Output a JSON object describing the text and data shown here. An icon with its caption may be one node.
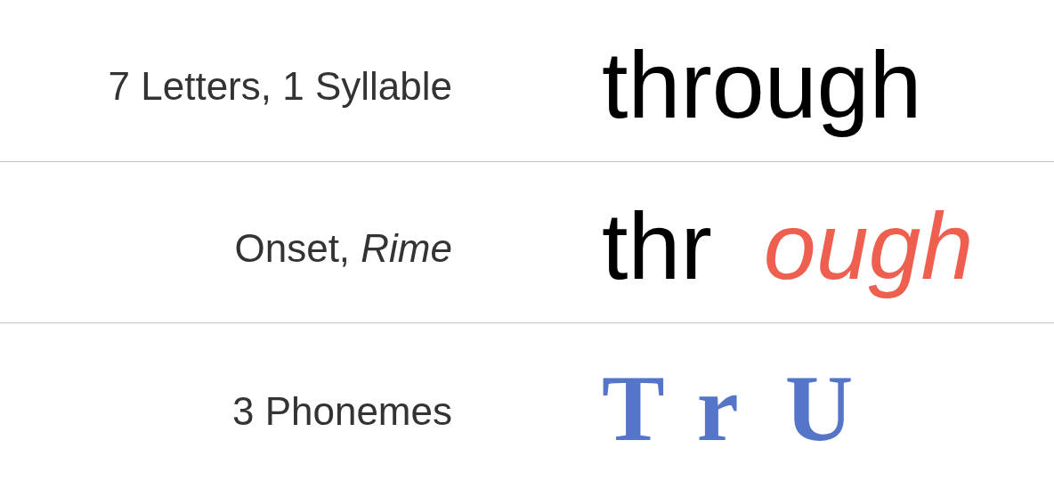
{
  "diagram": {
    "labels": [
      "7 Letters, 1 Syllable",
      "through",
      "Onset, *Rime*",
      "thr",
      "ough",
      "3 Phonemes",
      "T",
      "r",
      "U"
    ]
  }
}
